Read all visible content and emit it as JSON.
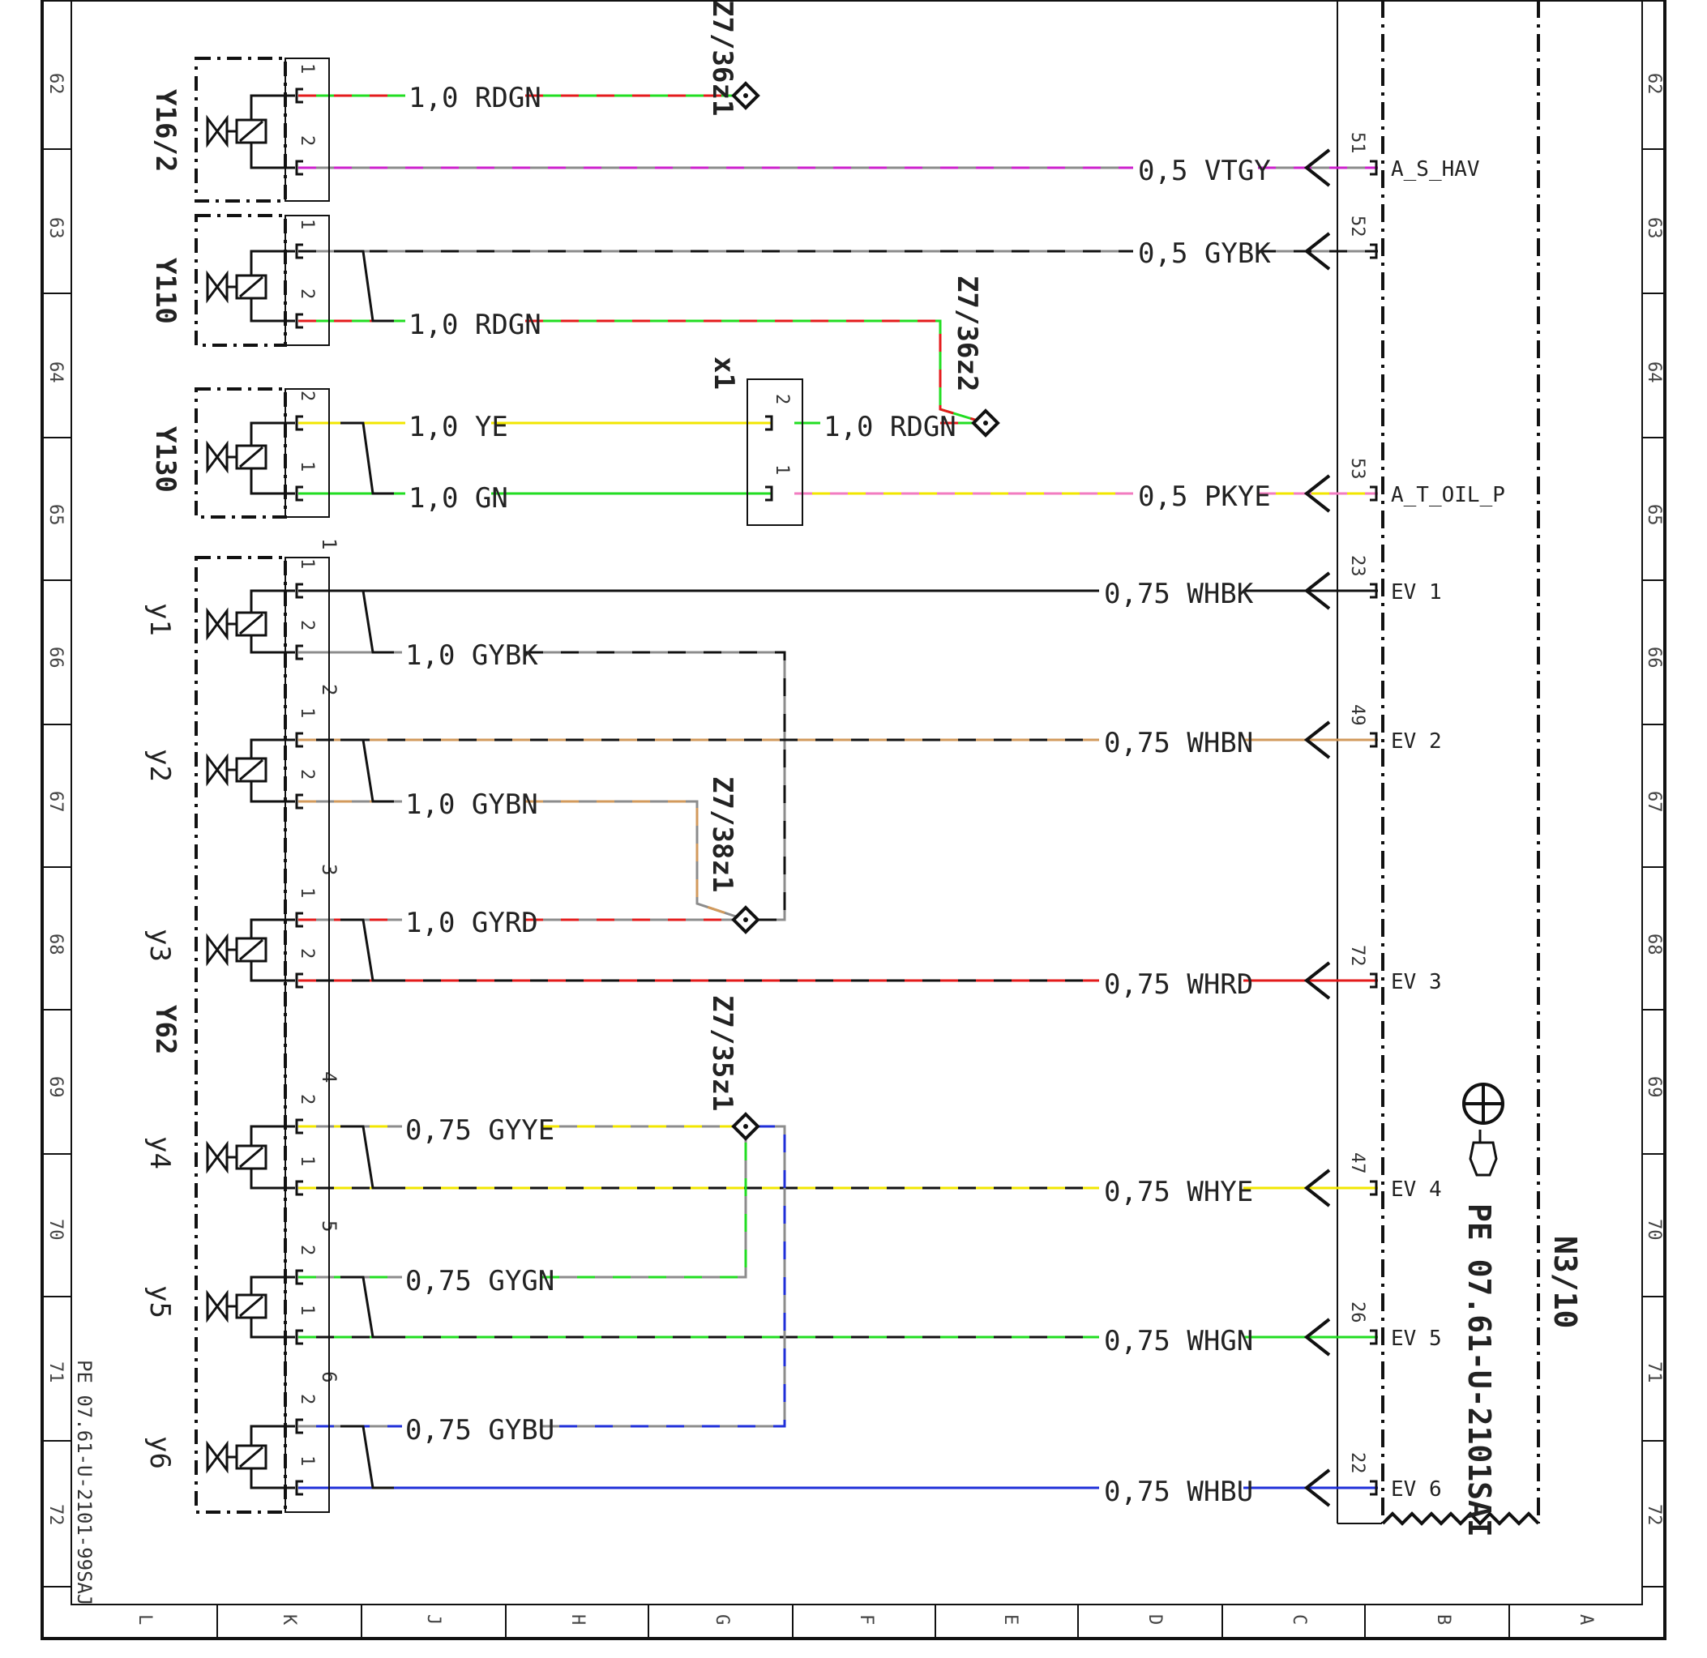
{
  "colors": {
    "RD": "#e31b1b",
    "GN": "#22dd22",
    "GY": "#8c8c8c",
    "VT": "#cc22cc",
    "BK": "#111111",
    "YE": "#f2e600",
    "PK": "#f27cc0",
    "WH": "#111111",
    "BN": "#d29a5c",
    "BU": "#1f2fd8"
  },
  "grid": {
    "rows": [
      "62",
      "63",
      "64",
      "65",
      "66",
      "67",
      "68",
      "69",
      "70",
      "71",
      "72"
    ],
    "cols": [
      "L",
      "K",
      "J",
      "H",
      "G",
      "F",
      "E",
      "D",
      "C",
      "B",
      "A"
    ]
  },
  "components": {
    "y16_2": "Y16/2",
    "y110": "Y110",
    "y130": "Y130",
    "y62": "Y62",
    "n3_10": "N3/10",
    "x1": "x1",
    "valves": [
      "y1",
      "y2",
      "y3",
      "y4",
      "y5",
      "y6"
    ],
    "valve_numbers": [
      "1",
      "2",
      "3",
      "4",
      "5",
      "6"
    ]
  },
  "wire_labels": {
    "w1": "1,0  RDGN",
    "w2": "0,5  VTGY",
    "w3": "0,5  GYBK",
    "w4": "1,0  RDGN",
    "w5": "1,0  YE",
    "w6": "1,0  RDGN",
    "w7": "1,0  GN",
    "w8": "0,5  PKYE",
    "w9": "0,75  WHBK",
    "w10": "1,0  GYBK",
    "w11": "0,75  WHBN",
    "w12": "1,0  GYBN",
    "w13": "1,0  GYRD",
    "w14": "0,75  WHRD",
    "w15": "0,75  GYYE",
    "w16": "0,75  WHYE",
    "w17": "0,75  GYGN",
    "w18": "0,75  WHGN",
    "w19": "0,75  GYBU",
    "w20": "0,75  WHBU"
  },
  "connector_points": {
    "z1": "Z7/36z1",
    "z2": "Z7/36z2",
    "z3": "Z7/38z1",
    "z4": "Z7/35z1"
  },
  "n3_pins": [
    "51",
    "52",
    "53",
    "23",
    "49",
    "72",
    "47",
    "26",
    "22"
  ],
  "n3_signals": [
    "A_S_HAV",
    "A_T_OIL_P",
    "EV 1",
    "EV 2",
    "EV 3",
    "EV 4",
    "EV 5",
    "EV 6"
  ],
  "references": {
    "main": "PE 07.61-U-2101SAI",
    "small": "PE 07.61-U-2101-99SAJ"
  }
}
